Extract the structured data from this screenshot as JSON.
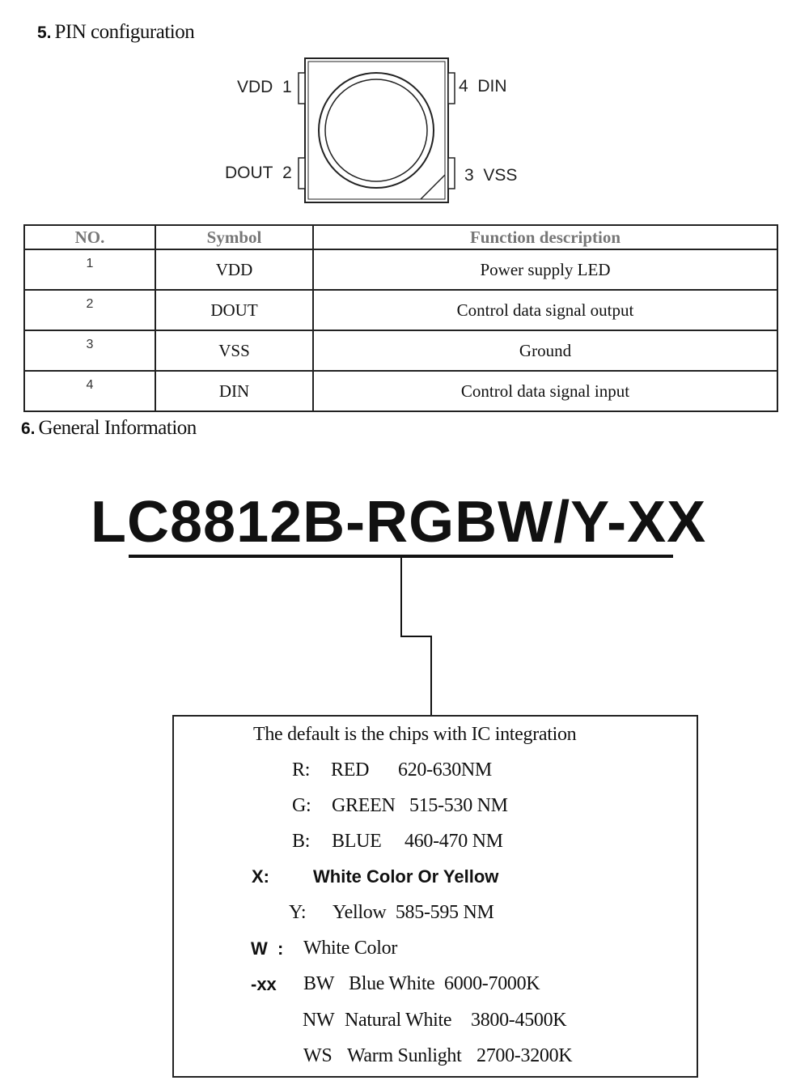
{
  "section5": {
    "number": "5.",
    "title": "PIN configuration"
  },
  "pin_diagram": {
    "pins": [
      {
        "number": "1",
        "name": "VDD"
      },
      {
        "number": "2",
        "name": "DOUT"
      },
      {
        "number": "3",
        "name": "VSS"
      },
      {
        "number": "4",
        "name": "DIN"
      }
    ]
  },
  "pin_table": {
    "headers": {
      "no": "NO.",
      "symbol": "Symbol",
      "function": "Function description"
    },
    "rows": [
      {
        "no": "1",
        "symbol": "VDD",
        "function": "Power supply LED"
      },
      {
        "no": "2",
        "symbol": "DOUT",
        "function": "Control data signal output"
      },
      {
        "no": "3",
        "symbol": "VSS",
        "function": "Ground"
      },
      {
        "no": "4",
        "symbol": "DIN",
        "function": "Control data signal input"
      }
    ]
  },
  "section6": {
    "number": "6.",
    "title": "General Information"
  },
  "model_name": "LC8812B-RGBW/Y-XX",
  "info": {
    "intro": "The default is the chips with IC integration",
    "r": {
      "key": "R:",
      "name": "RED",
      "range": "620-630NM"
    },
    "g": {
      "key": "G:",
      "name": "GREEN",
      "range": "515-530 NM"
    },
    "b": {
      "key": "B:",
      "name": "BLUE",
      "range": "460-470 NM"
    },
    "x": {
      "key": "X:",
      "desc": "White Color Or Yellow"
    },
    "y": {
      "key": "Y:",
      "desc": "Yellow  585-595 NM"
    },
    "w": {
      "key": "W  :",
      "desc": "White Color"
    },
    "xx": {
      "key": "-xx"
    },
    "bw": {
      "code": "BW",
      "name": "Blue White",
      "range": "6000-7000K"
    },
    "nw": {
      "code": "NW",
      "name": "Natural White",
      "range": "3800-4500K"
    },
    "ws": {
      "code": "WS",
      "name": "Warm Sunlight",
      "range": "2700-3200K"
    }
  }
}
